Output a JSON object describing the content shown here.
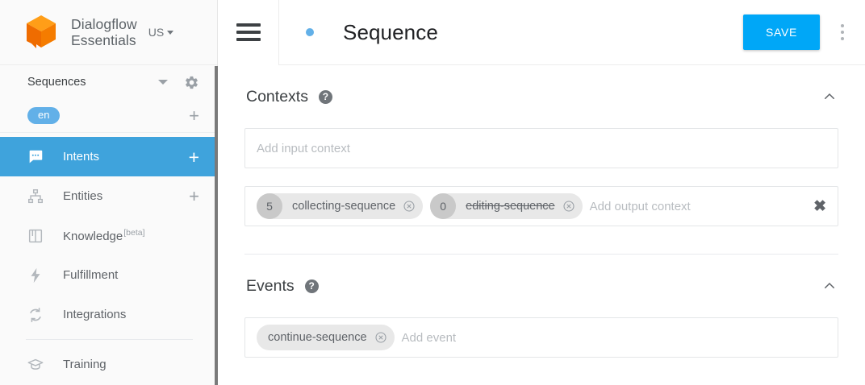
{
  "sidebar": {
    "brand": {
      "line1": "Dialogflow",
      "line2": "Essentials",
      "logo_icon": "dialogflow-cube-icon"
    },
    "region": {
      "label": "US",
      "caret_icon": "caret-down-icon"
    },
    "agent": {
      "name": "Sequences",
      "dropdown_icon": "triangle-down-icon",
      "settings_icon": "gear-icon"
    },
    "language": {
      "chip": "en",
      "add_icon": "plus-icon"
    },
    "items": [
      {
        "label": "Intents",
        "icon": "intents-chat-icon",
        "active": true,
        "action": "+"
      },
      {
        "label": "Entities",
        "icon": "entities-hierarchy-icon",
        "active": false,
        "action": "+"
      },
      {
        "label": "Knowledge",
        "icon": "knowledge-book-icon",
        "active": false,
        "badge": "[beta]"
      },
      {
        "label": "Fulfillment",
        "icon": "fulfillment-bolt-icon",
        "active": false
      },
      {
        "label": "Integrations",
        "icon": "integrations-sync-icon",
        "active": false
      },
      {
        "label": "Training",
        "icon": "training-graduation-cap-icon",
        "active": false
      }
    ]
  },
  "topbar": {
    "menu_icon": "hamburger-menu-icon",
    "status_dot": "status-dot-blue",
    "title": "Sequence",
    "save_label": "SAVE",
    "more_icon": "kebab-menu-icon"
  },
  "contexts": {
    "title": "Contexts",
    "help_icon": "help-question-icon",
    "collapse_icon": "chevron-up-icon",
    "input_placeholder": "Add input context",
    "output_placeholder": "Add output context",
    "clear_icon": "clear-x-icon",
    "output_chips": [
      {
        "lifespan": "5",
        "name": "collecting-sequence",
        "struck": false,
        "remove_icon": "remove-circle-icon"
      },
      {
        "lifespan": "0",
        "name": "editing-sequence",
        "struck": true,
        "remove_icon": "remove-circle-icon"
      }
    ]
  },
  "events": {
    "title": "Events",
    "help_icon": "help-question-icon",
    "collapse_icon": "chevron-up-icon",
    "placeholder": "Add event",
    "chips": [
      {
        "name": "continue-sequence",
        "remove_icon": "remove-circle-icon"
      }
    ]
  },
  "colors": {
    "accent_blue": "#00a7f7",
    "active_nav": "#3fa3dc",
    "chip_blue": "#62b0e8",
    "logo_orange": "#f57c00",
    "logo_orange_light": "#ff9e18"
  }
}
